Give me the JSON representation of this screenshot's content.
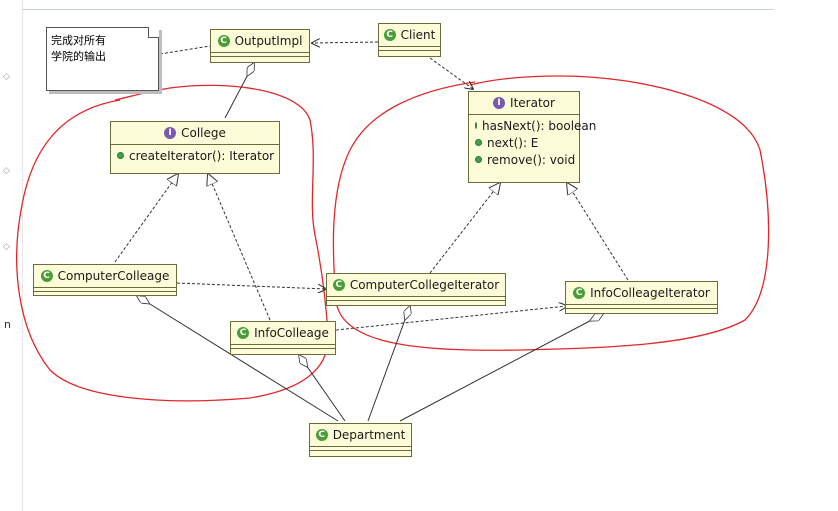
{
  "note": {
    "line1": "完成对所有",
    "line2": "学院的输出"
  },
  "classes": {
    "output_impl": {
      "name": "OutputImpl",
      "badge": "C"
    },
    "client": {
      "name": "Client",
      "badge": "C"
    },
    "iterator": {
      "name": "Iterator",
      "badge": "I",
      "methods": [
        "hasNext(): boolean",
        "next(): E",
        "remove(): void"
      ]
    },
    "college": {
      "name": "College",
      "badge": "I",
      "methods": [
        "createIterator(): Iterator"
      ]
    },
    "computer_colleage": {
      "name": "ComputerColleage",
      "badge": "C"
    },
    "computer_college_iterator": {
      "name": "ComputerCollegeIterator",
      "badge": "C"
    },
    "info_colleage_iterator": {
      "name": "InfoColleageIterator",
      "badge": "C"
    },
    "info_colleage": {
      "name": "InfoColleage",
      "badge": "C"
    },
    "department": {
      "name": "Department",
      "badge": "C"
    }
  },
  "gutter": {
    "letter": "n",
    "marker": "◇"
  },
  "colors": {
    "class_fill": "#fcfcd8",
    "class_border": "#6b6b3c",
    "class_badge": "#4a9d37",
    "interface_badge": "#7a5ab0",
    "annotation_red": "#e0282b"
  }
}
